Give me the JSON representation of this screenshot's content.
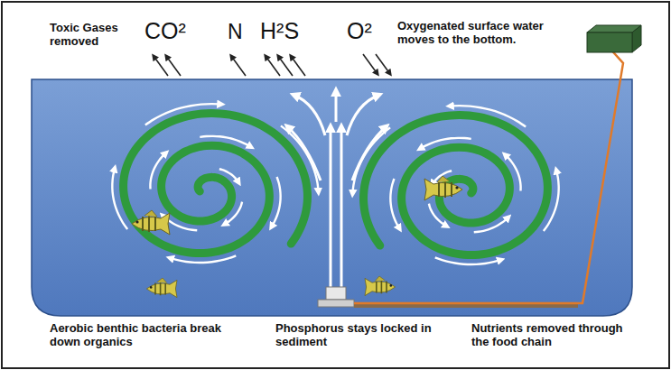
{
  "diagram": {
    "labels": [
      "Toxic Gases removed",
      "CO²",
      "N",
      "H²S",
      "O²",
      "Oxygenated surface water moves to the bottom.",
      "Aerobic benthic bacteria break down organics",
      "Phosphorus stays locked in sediment",
      "Nutrients removed through the food chain"
    ]
  }
}
